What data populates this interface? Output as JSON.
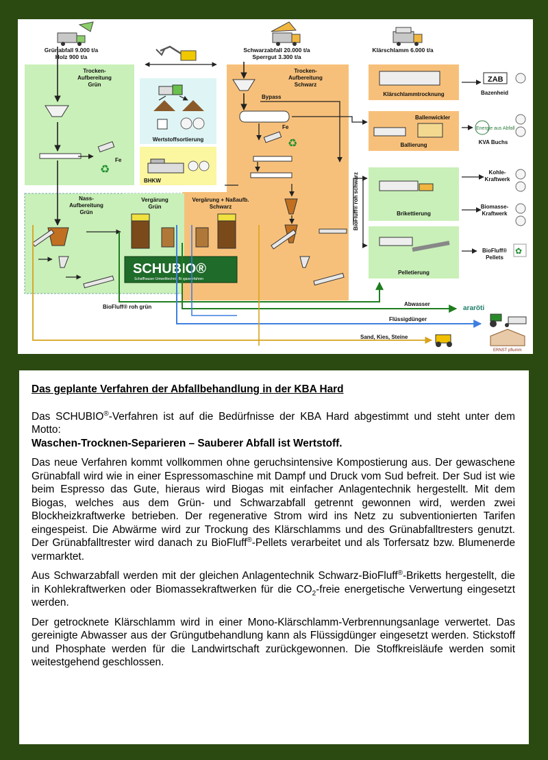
{
  "diagram": {
    "inputs": {
      "gruen_1": "Grünabfall 9.000 t/a",
      "gruen_2": "Holz 900 t/a",
      "schwarz_1": "Schwarzabfall 20.000 t/a",
      "schwarz_2": "Sperrgut 3.300 t/a",
      "klaer": "Klärschlamm 6.000 t/a"
    },
    "stations": {
      "trocken_gruen": [
        "Trocken-",
        "Aufbereitung",
        "Grün"
      ],
      "trocken_schwarz": [
        "Trocken-",
        "Aufbereitung",
        "Schwarz"
      ],
      "bypass": "Bypass",
      "wertstoff": "Wertstoffsortierung",
      "bhkw": "BHKW",
      "nass_gruen": [
        "Nass-",
        "Aufbereitung",
        "Grün"
      ],
      "verg_gruen": [
        "Vergärung",
        "Grün"
      ],
      "verg_schwarz": [
        "Vergärung + Naßaufb.",
        "Schwarz"
      ],
      "klaertrocknung": "Klärschlammtrocknung",
      "ballenwickler": "Ballenwickler",
      "ballierung": "Ballierung",
      "brikettierung": "Brikettierung",
      "pelletierung": "Pelletierung",
      "biofluff_roh_schwarz": "BioFluff® roh schwarz",
      "fe1": "Fe",
      "fe2": "Fe"
    },
    "destinations": {
      "bazenheid": "Bazenheid",
      "kva": "KVA Buchs",
      "kohle": [
        "Kohle-",
        "Kraftwerk"
      ],
      "biomasse": [
        "Biomasse-",
        "Kraftwerk"
      ],
      "pellets": [
        "BioFluff®",
        "Pellets"
      ]
    },
    "flows": {
      "biofluff_roh_gruen": "BioFluff® roh grün",
      "abwasser": "Abwasser",
      "fluessig": "Flüssigdünger",
      "sand": "Sand, Kies, Steine"
    },
    "logos": {
      "schubio": "SCHUBIO®",
      "schubio_sub": "Schaffhauser Umwelttechnik Biogasverfahren",
      "zab": "ZAB",
      "energie": "Energie aus Abfall",
      "ara": "araröti",
      "ernst": "ERNST pflumm"
    },
    "colors": {
      "gruen_zone": "#c9f0b8",
      "schwarz_zone": "#f7c07a",
      "klaer_zone": "#f7c07a",
      "yellow_box": "#fbf6a0",
      "cyan_box": "#dff5f5",
      "arrow_green": "#1e7d1e",
      "arrow_blue": "#3d7ee0",
      "arrow_gold": "#d8a21c",
      "schubio_bg": "#1f6b2a"
    }
  },
  "text": {
    "title": "Das geplante Verfahren der Abfallbehandlung in der KBA Hard",
    "p1_a": "Das SCHUBIO",
    "p1_sup": "®",
    "p1_b": "-Verfahren ist auf die Bedürfnisse der KBA Hard abgestimmt und steht unter dem Motto:",
    "motto": "Waschen-Trocknen-Separieren – Sauberer Abfall ist Wertstoff.",
    "p2_a": "Das neue Verfahren kommt vollkommen ohne geruchsintensive Kompostierung aus. Der gewaschene Grünabfall wird wie in einer Espressomaschine mit Dampf und Druck vom Sud befreit. Der Sud ist wie beim Espresso das Gute, hieraus wird Biogas mit einfacher Anlagentechnik hergestellt. Mit dem Biogas, welches aus dem Grün- und Schwarzabfall getrennt gewonnen wird, werden zwei Blockheizkraftwerke betrieben. Der regenerative Strom wird ins Netz zu subventionierten Tarifen eingespeist. Die Abwärme wird zur Trockung des Klärschlamms und des Grünabfalltresters genutzt. Der Grünabfalltrester wird danach zu BioFluff",
    "p2_sup": "®",
    "p2_b": "-Pellets verarbeitet und als Torfersatz bzw. Blumenerde vermarktet.",
    "p3_a": "Aus Schwarzabfall werden mit der gleichen Anlagentechnik Schwarz-BioFluff",
    "p3_sup": "®",
    "p3_b": "-Briketts hergestellt, die in Kohlekraftwerken oder Biomassekraftwerken für die CO",
    "p3_sub": "2",
    "p3_c": "-freie energetische Verwertung eingesetzt werden.",
    "p4": "Der getrocknete Klärschlamm wird in einer Mono-Klärschlamm-Verbrennungsanlage verwertet. Das gereinigte Abwasser aus der Grüngutbehandlung kann als Flüssigdünger eingesetzt werden. Stickstoff und Phosphate werden für die Landwirtschaft zurückgewonnen. Die Stoffkreisläufe werden somit weitestgehend geschlossen."
  }
}
